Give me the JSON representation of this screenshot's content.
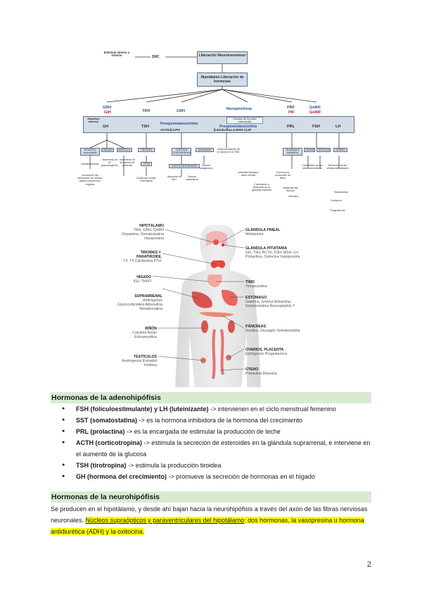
{
  "flowchart": {
    "stimuli": "Estímulo interno o externo",
    "snc": "SNC",
    "release": "Liberación Neurotransmisor",
    "hypothalamus": "Hipotálamo Liberación de hormonas",
    "releasing": [
      {
        "blue": "GRH",
        "red": "GIH"
      },
      {
        "blue": "TRH",
        "red": ""
      },
      {
        "blue": "CRH",
        "red": ""
      },
      {
        "blue": "Norepinefrina",
        "red": ""
      },
      {
        "blue": "PRF",
        "red": "PIF"
      },
      {
        "blue": "GnRH",
        "red": "GnRIF"
      }
    ],
    "anterior": "Hipófisis anterior",
    "intermediate": "Células de la parte intermedia",
    "pomc1": "Proopiomelanocortina",
    "pomc2": "Proopiomelanocortina",
    "peptides": "ACTH  β-LPH",
    "peptides2": "β-Endorfina  α-MSH CLIP",
    "gh": "GH",
    "tsh": "TSH",
    "prl": "PRL",
    "fsh": "FSH",
    "lh": "LH",
    "gh_targets": [
      "HÍGADO y otros tejidos",
      "MÚSCULO"
    ],
    "liver": "HÍGADO",
    "somatomedina": "Somatomedinas",
    "tiroides": "TIROIDES",
    "t3t4": "T3 T4",
    "corteza": "CORTEZA SUPRARRENAL",
    "cortisol": "CORTICOSTEROIDES",
    "endorfina": "β-Endorfina",
    "mama": "GLÁNDULA MAMARIA",
    "ovario": "OVARIO",
    "testiculo": "TESTÍCULO",
    "estradiol": "Estradiol",
    "progesterona": "Progesterona",
    "testosterona": "Testosterona",
    "ovulacion": "Ovulación",
    "notes": [
      "Incremento del crecimiento de huesos, tejidos conectivos y órganos",
      "Incremento de la gluconeogénesis",
      "Incremento de la síntesis de proteínas",
      "Desarrollo celular Crecimiento",
      "Absorción de Na+",
      "Efectos catabólicos",
      "Efectos analgésicos",
      "Desconocimiento de la función en el SNC",
      "Actividad biológica sobre células",
      "Crecimiento y desarrollo de la glándula mamaria",
      "Favorece la producción de leche",
      "Desarrollo del folículo",
      "Crecimiento de los tubos seminíferos",
      "Desarrollo de las células intersticiales"
    ]
  },
  "anatomy": {
    "left": [
      {
        "title": "HIPOTÁLAMO",
        "sub": "TRH, GRH, GHRH Dopamina, Somatostatina Vasopresina"
      },
      {
        "title": "TIROIDES Y PARATIROIDE",
        "sub": "T3, T4 Calcitonina PTH"
      },
      {
        "title": "HÍGADO",
        "sub": "IGF, THPO"
      },
      {
        "title": "SUPRARRENAL",
        "sub": "Andrógenos Glucocorticoides Adrenalina Noradrenalina"
      },
      {
        "title": "RIÑÓN",
        "sub": "Calcitriol Renin Eritropoyetina"
      },
      {
        "title": "TESTÍCULOS",
        "sub": "Andrógenos Estradiol Inhibina"
      }
    ],
    "right": [
      {
        "title": "GLÁNDULA PINEAL",
        "sub": "Melatonina"
      },
      {
        "title": "GLÁNDULA PITUITARIA",
        "sub": "GH, TSH, ACTH, FSH, MSH, LH Prolactina, Oxitocina Vasopresina"
      },
      {
        "title": "TIMO",
        "sub": "Timopoyetina"
      },
      {
        "title": "ESTÓMAGO",
        "sub": "Gastrina, Grelina Histamina, Somatostatina Neuropéptido Y"
      },
      {
        "title": "PÁNCREAS",
        "sub": "Insulina, Glucagón Somatostatina"
      },
      {
        "title": "OVARIOS, PLACENTA",
        "sub": "Estrógenos Progesterona"
      },
      {
        "title": "ÚTERO",
        "sub": "Prolactina Relaxina"
      }
    ]
  },
  "section1": {
    "heading": "Hormonas de la adenohipófisis",
    "items": [
      {
        "bold": "FSH (foliculoestimulante) y LH (luteinizante)",
        "text": " -> intervienen en el ciclo menstrual femenino"
      },
      {
        "bold": "SST (somatostatina)",
        "text": " -> es la hormona inhibidora de la hormona del crecimiento"
      },
      {
        "bold": "PRL (prolactina)",
        "text": " -> es la encargada de estimular la producción de leche"
      },
      {
        "bold": "ACTH (corticotropina)",
        "text": " -> estimula la secreción de esteroides en la glándula suprarrenal, e interviene en el aumento de la glucosa"
      },
      {
        "bold": "TSH (tirotropina)",
        "text": " -> estimula la producción tiroidea"
      },
      {
        "bold": "GH (hormona del crecimiento)",
        "text": " -> promueve la secreción de hormonas en el hígado"
      }
    ]
  },
  "section2": {
    "heading": "Hormonas de la neurohipófisis",
    "p1": "Se producen en el hipotálamo, y desde ahí bajan hacia la neurohipófisis a través del axón de las fibras nerviosas neuronales. ",
    "hl_underlined": "Núcleos supraópticos y paraventriculares del hipotálamo",
    "hl_rest": ": dos hormonas, la vasopresina u hormona antidiurética (ADH) y la oxitocina."
  },
  "page_number": "2"
}
